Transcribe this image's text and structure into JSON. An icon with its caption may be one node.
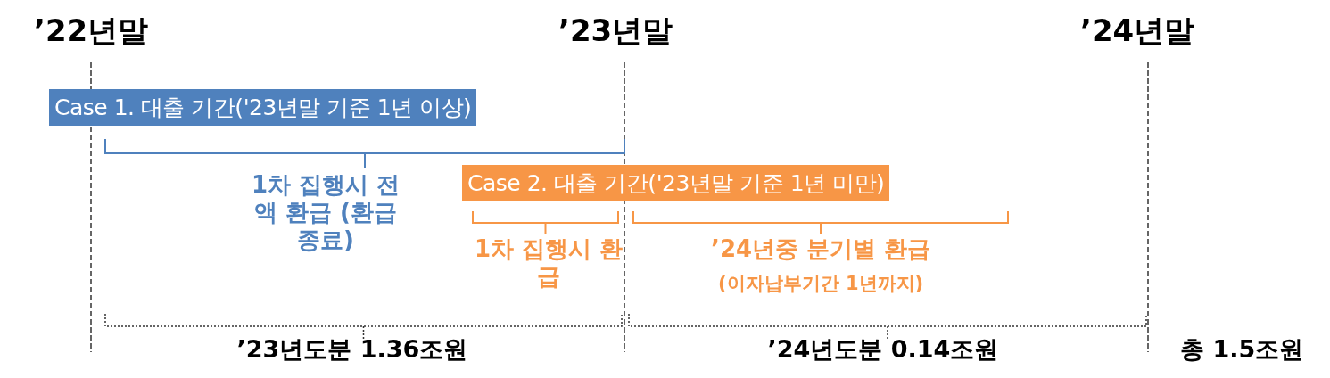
{
  "diagram": {
    "nodes": [
      {
        "text": [
          "Case 1. 대출 기간('23년말 기준 1년 이상)"
        ]
      },
      {
        "text": [
          "Case 2. 대출 기간('23년말 기준 1년 미만)"
        ]
      }
    ],
    "edges": [],
    "labels": [
      "’22년말",
      "’23년말",
      "’24년말",
      "1차 집행시 전액 환급 (환급 종료)",
      "1차 집행시 환급",
      "’24년중 분기별 환급",
      "(이자납부기간 1년까지)",
      "’23년도분 1.36조원",
      "’24년도분 0.14조원",
      "총 1.5조원"
    ]
  }
}
